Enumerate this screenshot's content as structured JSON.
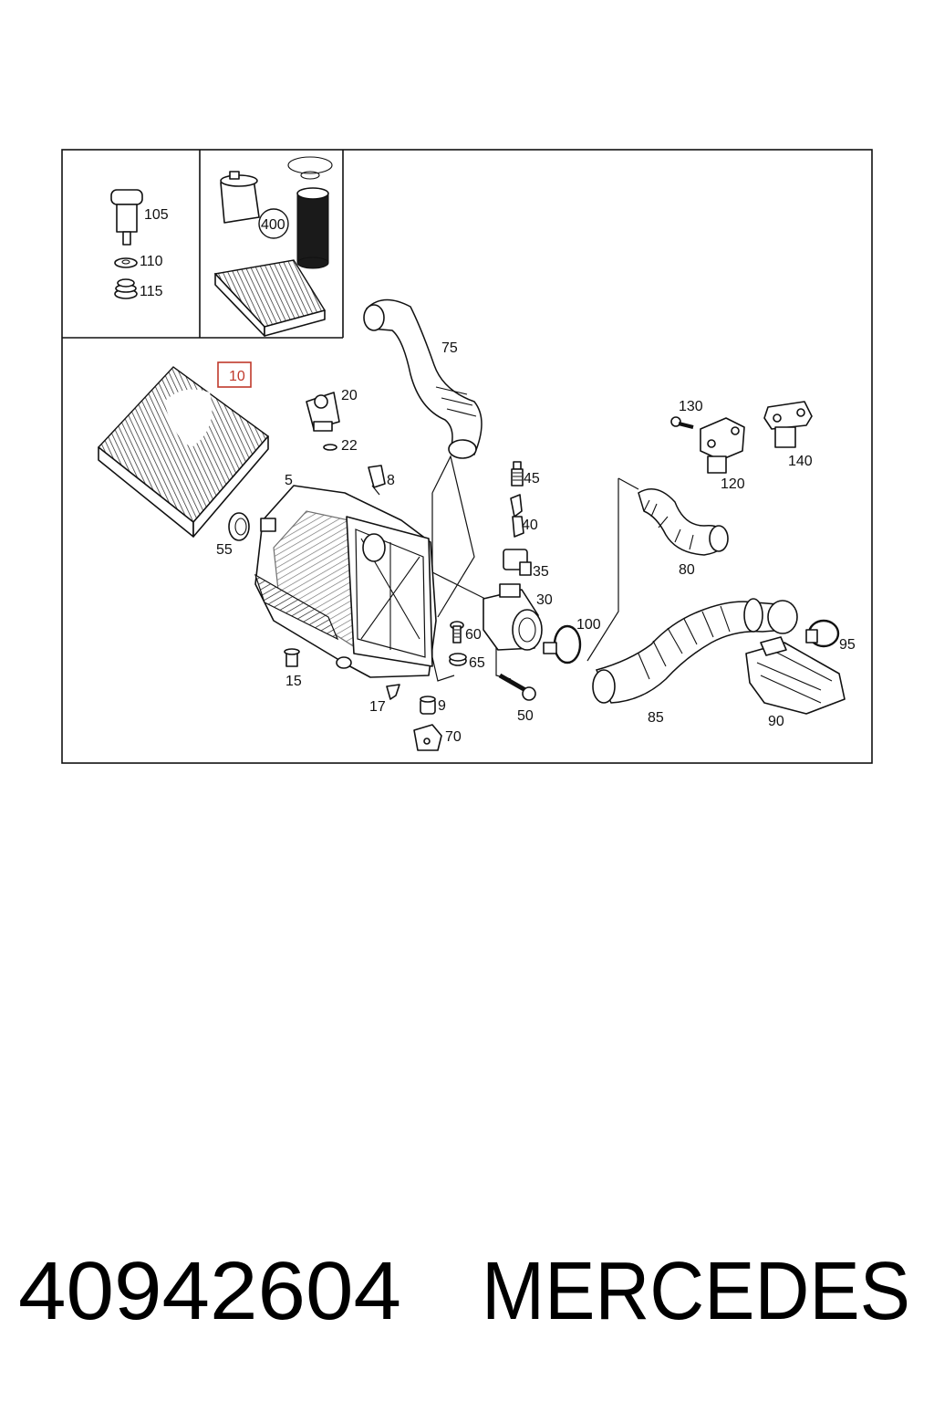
{
  "callouts": {
    "c105": "105",
    "c110": "110",
    "c115": "115",
    "c400": "400",
    "c10": "10",
    "c20": "20",
    "c22": "22",
    "c75": "75",
    "c5": "5",
    "c8": "8",
    "c55": "55",
    "c45": "45",
    "c40": "40",
    "c35": "35",
    "c30": "30",
    "c60": "60",
    "c65": "65",
    "c15": "15",
    "c17": "17",
    "c9": "9",
    "c70": "70",
    "c50": "50",
    "c100": "100",
    "c130": "130",
    "c120": "120",
    "c140": "140",
    "c80": "80",
    "c85": "85",
    "c95": "95",
    "c90": "90"
  },
  "footer": {
    "part_number": "40942604",
    "brand": "MERCEDES"
  },
  "colors": {
    "highlight": "#c0392b",
    "ink": "#111111"
  }
}
